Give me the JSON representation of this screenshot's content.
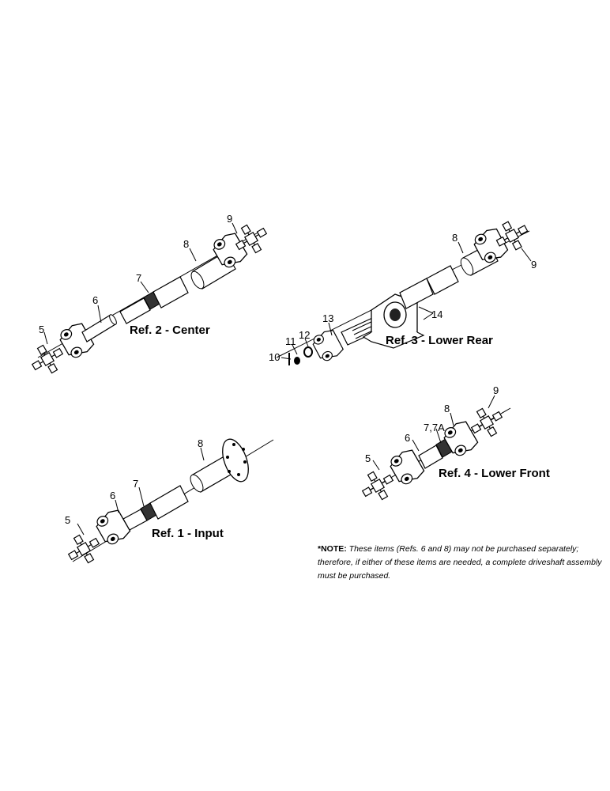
{
  "refs": [
    {
      "title": "Ref. 1 - Input",
      "callouts": {
        "a": "5",
        "b": "6",
        "c": "7",
        "d": "8"
      }
    },
    {
      "title": "Ref. 2 - Center",
      "callouts": {
        "a": "5",
        "b": "6",
        "c": "7",
        "d": "8",
        "e": "9"
      }
    },
    {
      "title": "Ref. 3 - Lower Rear",
      "callouts": {
        "a": "10",
        "b": "11",
        "c": "12",
        "d": "13",
        "e": "14",
        "f": "8",
        "g": "9"
      }
    },
    {
      "title": "Ref. 4 - Lower Front",
      "callouts": {
        "a": "5",
        "b": "6",
        "c": "7,7A",
        "d": "8",
        "e": "9"
      }
    }
  ],
  "note": {
    "label": "*NOTE:",
    "text": "These items (Refs. 6 and 8) may not be purchased separately; therefore, if either of these items are needed, a complete driveshaft assembly must be purchased."
  }
}
